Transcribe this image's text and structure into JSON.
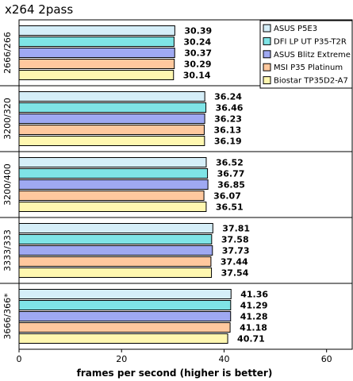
{
  "chart_data": {
    "type": "bar",
    "orientation": "horizontal",
    "title": "x264 2pass",
    "xlabel": "frames per second (higher is better)",
    "ylabel": "",
    "xlim": [
      0,
      65
    ],
    "xticks": [
      0,
      20,
      40,
      60
    ],
    "grid": false,
    "legend": "top-right",
    "categories": [
      "2666/266",
      "3200/320",
      "3200/400",
      "3333/333",
      "3666/366*"
    ],
    "series": [
      {
        "name": "ASUS P5E3",
        "color": "#D5EEF8",
        "values": [
          30.39,
          36.24,
          36.52,
          37.81,
          41.36
        ]
      },
      {
        "name": "DFI LP UT P35-T2R",
        "color": "#7FE4E6",
        "values": [
          30.24,
          36.46,
          36.77,
          37.58,
          41.29
        ]
      },
      {
        "name": "ASUS Blitz Extreme",
        "color": "#9FA9F2",
        "values": [
          30.37,
          36.23,
          36.85,
          37.73,
          41.28
        ]
      },
      {
        "name": "MSI P35 Platinum",
        "color": "#FFC89E",
        "values": [
          30.29,
          36.13,
          36.07,
          37.44,
          41.18
        ]
      },
      {
        "name": "Biostar TP35D2-A7",
        "color": "#FFF7B0",
        "values": [
          30.14,
          36.19,
          36.51,
          37.54,
          40.71
        ]
      }
    ]
  }
}
